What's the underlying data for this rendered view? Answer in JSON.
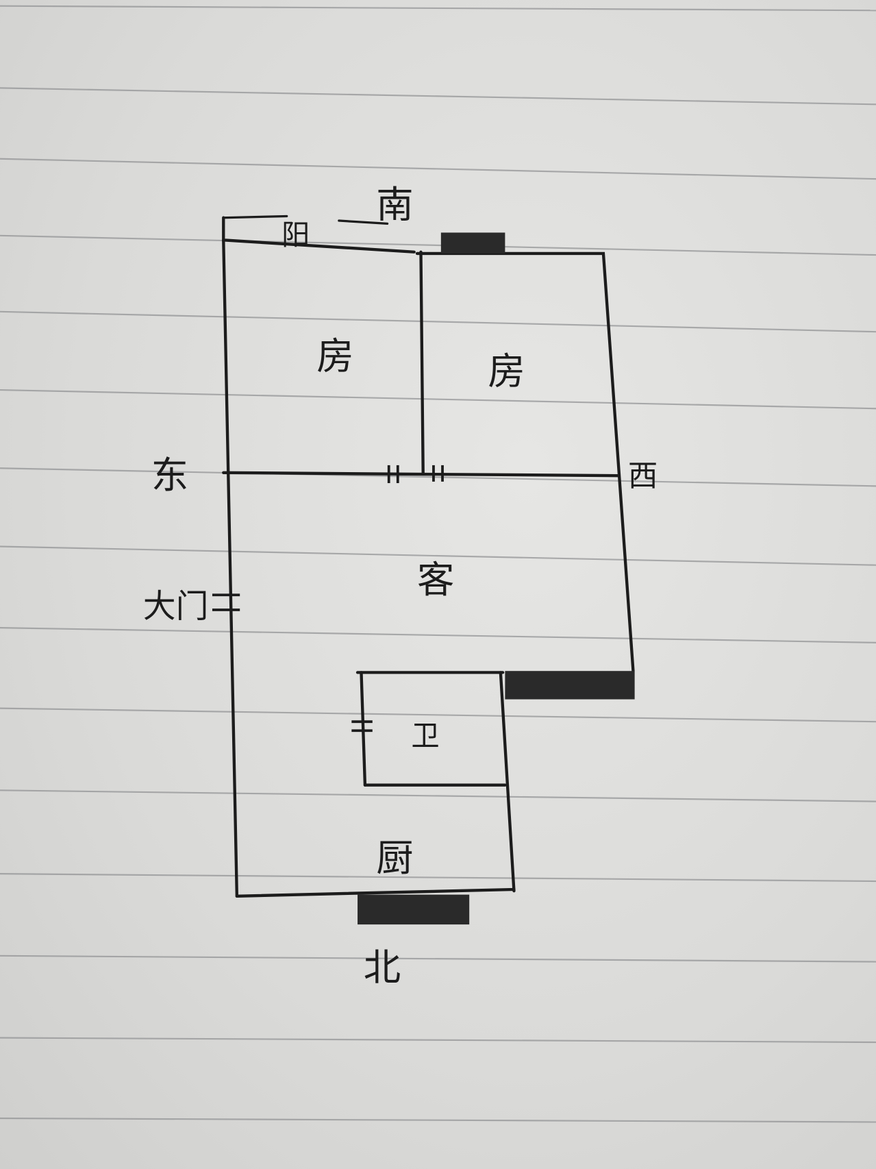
{
  "plan": {
    "directions": {
      "south": "南",
      "north": "北",
      "east": "东",
      "west": "西"
    },
    "rooms": {
      "balcony": "阳",
      "bedroom_left": "房",
      "bedroom_right": "房",
      "living": "客",
      "bathroom": "卫",
      "kitchen": "厨"
    },
    "entrance": "大门"
  },
  "colors": {
    "ink": "#1c1c1c",
    "paper": "#dcdcda",
    "rule": "#8f9092"
  }
}
